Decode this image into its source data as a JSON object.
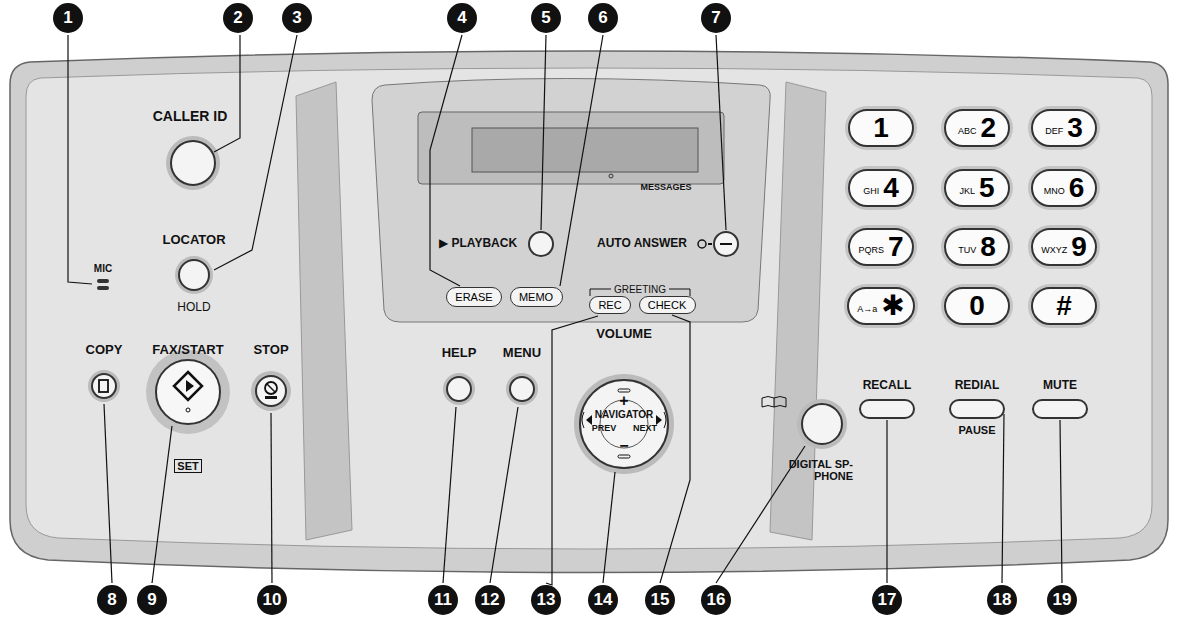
{
  "diagram": {
    "nodes": [
      {
        "text": [
          "ERASE"
        ]
      },
      {
        "text": [
          "MEMO"
        ]
      },
      {
        "text": [
          "REC"
        ]
      },
      {
        "text": [
          "CHECK"
        ]
      },
      {
        "text": [
          "1"
        ]
      },
      {
        "text": [
          "ABC",
          "2"
        ]
      },
      {
        "text": [
          "DEF",
          "3"
        ]
      },
      {
        "text": [
          "GHI",
          "4"
        ]
      },
      {
        "text": [
          "JKL",
          "5"
        ]
      },
      {
        "text": [
          "MNO",
          "6"
        ]
      },
      {
        "text": [
          "PQRS",
          "7"
        ]
      },
      {
        "text": [
          "TUV",
          "8"
        ]
      },
      {
        "text": [
          "WXYZ",
          "9"
        ]
      },
      {
        "text": [
          "A→a",
          "✱"
        ]
      },
      {
        "text": [
          "0"
        ]
      },
      {
        "text": [
          "#"
        ]
      }
    ],
    "labels": [
      "1",
      "2",
      "3",
      "4",
      "5",
      "6",
      "7",
      "8",
      "9",
      "10",
      "11",
      "12",
      "13",
      "14",
      "15",
      "16",
      "17",
      "18",
      "19",
      "MIC",
      "CALLER ID",
      "LOCATOR",
      "HOLD",
      "COPY",
      "FAX/START",
      "SET",
      "STOP",
      "MESSAGES",
      "▶ PLAYBACK",
      "AUTO ANSWER",
      "GREETING",
      "HELP",
      "MENU",
      "VOLUME",
      "+",
      "−",
      "NAVIGATOR",
      "PREV",
      "NEXT",
      "DIGITAL SP-PHONE",
      "RECALL",
      "REDIAL",
      "PAUSE",
      "MUTE"
    ]
  }
}
